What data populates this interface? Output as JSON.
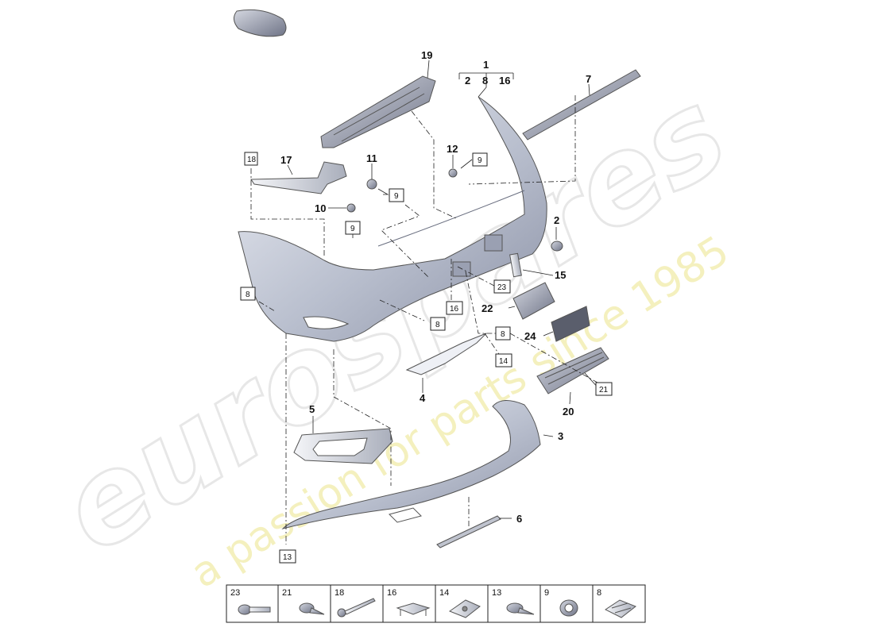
{
  "watermark": {
    "brand": "eurospares",
    "tagline": "a passion for parts since 1985"
  },
  "callouts": {
    "c1": "1",
    "c1_sub": [
      "2",
      "8",
      "16"
    ],
    "c2": "2",
    "c3": "3",
    "c4": "4",
    "c5": "5",
    "c6": "6",
    "c7": "7",
    "c10": "10",
    "c11": "11",
    "c12": "12",
    "c15": "15",
    "c17": "17",
    "c19": "19",
    "c20": "20",
    "c22": "22",
    "c24": "24"
  },
  "boxed_refs": {
    "b18": "18",
    "b9a": "9",
    "b9b": "9",
    "b9c": "9",
    "b8a": "8",
    "b8b": "8",
    "b8c": "8",
    "b23": "23",
    "b16": "16",
    "b14": "14",
    "b21": "21",
    "b13": "13"
  },
  "legend": {
    "items": [
      {
        "number": "23",
        "icon": "bolt-icon"
      },
      {
        "number": "21",
        "icon": "screw-icon"
      },
      {
        "number": "18",
        "icon": "rivet-icon"
      },
      {
        "number": "16",
        "icon": "clip-icon"
      },
      {
        "number": "14",
        "icon": "nut-clip-icon"
      },
      {
        "number": "13",
        "icon": "screw-icon"
      },
      {
        "number": "9",
        "icon": "grommet-icon"
      },
      {
        "number": "8",
        "icon": "clip-icon"
      }
    ]
  }
}
